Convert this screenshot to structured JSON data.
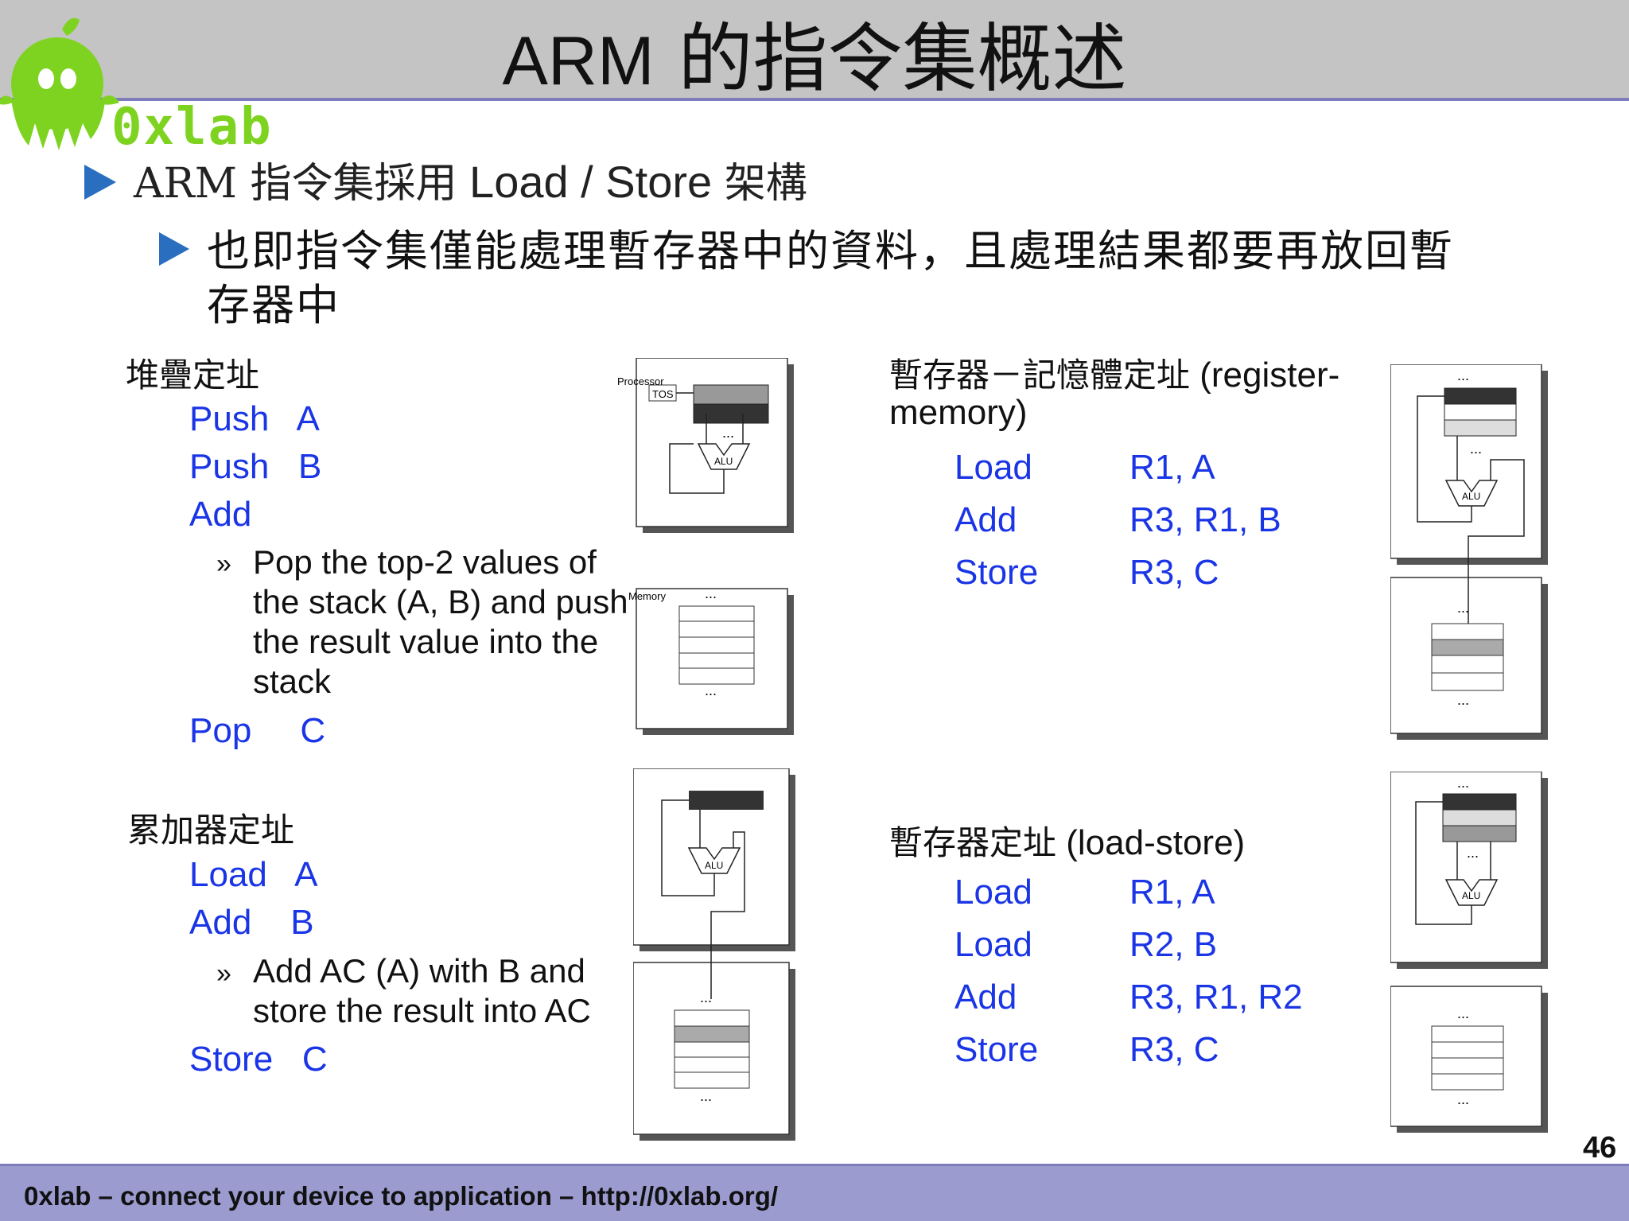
{
  "slide": {
    "title_latin": "ARM",
    "title_han": "的指令集概述",
    "logo_text": "0xlab",
    "bullet1": {
      "han1": "ARM 指令集採用",
      "latin": " Load / Store ",
      "han2": "架構"
    },
    "bullet2_line1": "也即指令集僅能處理暫存器中的資料，且處理結果都要再放回暫",
    "bullet2_line2": "存器中",
    "page_number": "46",
    "footer": "0xlab – connect your device to application – http://0xlab.org/"
  },
  "stack": {
    "title": "堆疊定址",
    "code": [
      "Push   A",
      "Push   B",
      "Add"
    ],
    "note_bullet": "»",
    "note": [
      "Pop the top-2 values of",
      "the stack (A, B) and push",
      "the result value into the",
      "stack"
    ],
    "code_end": "Pop     C",
    "diagram": {
      "processor_label": "Processor",
      "tos_label": "TOS",
      "memory_label": "Memory",
      "alu_label": "ALU",
      "dots": "..."
    }
  },
  "accumulator": {
    "title": "累加器定址",
    "code": [
      "Load   A",
      "Add    B"
    ],
    "note_bullet": "»",
    "note": [
      "Add AC (A) with B and",
      "store the result into AC"
    ],
    "code_end": "Store   C",
    "diagram": {
      "alu_label": "ALU",
      "dots": "..."
    }
  },
  "register_memory": {
    "title_han": "暫存器－記憶體定址",
    "title_latin1": " (register-",
    "title_latin2": "memory)",
    "rows": [
      {
        "op": "Load",
        "args": "R1, A"
      },
      {
        "op": "Add",
        "args": "R3, R1, B"
      },
      {
        "op": "Store",
        "args": "R3, C"
      }
    ],
    "diagram": {
      "alu_label": "ALU",
      "dots": "..."
    }
  },
  "load_store": {
    "title_han": "暫存器定址",
    "title_latin": " (load-store)",
    "rows": [
      {
        "op": "Load",
        "args": "R1, A"
      },
      {
        "op": "Load",
        "args": "R2, B"
      },
      {
        "op": "Add",
        "args": "R3, R1, R2"
      },
      {
        "op": "Store",
        "args": "R3, C"
      }
    ],
    "diagram": {
      "alu_label": "ALU",
      "dots": "..."
    }
  },
  "colors": {
    "code": "#1a35e6",
    "bullet": "#2a6fbf",
    "title_bar": "#c4c4c4",
    "footer": "#9b9bd0",
    "logo": "#7ed321"
  }
}
